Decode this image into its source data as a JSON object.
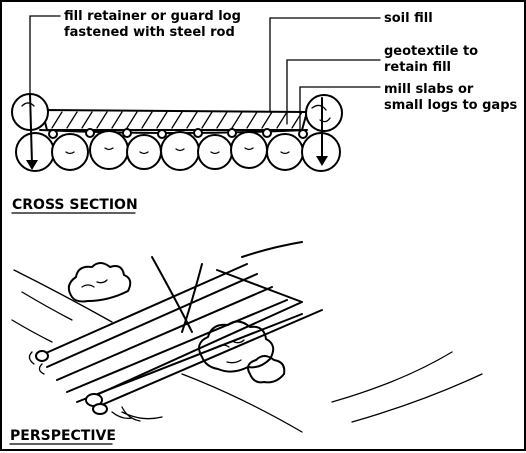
{
  "labels": {
    "fill_retainer_line1": "fill retainer or guard log",
    "fill_retainer_line2": "fastened with steel rod",
    "soil_fill": "soil fill",
    "geotextile_line1": "geotextile to",
    "geotextile_line2": "retain fill",
    "mill_slabs_line1": "mill slabs or",
    "mill_slabs_line2": "small logs to gaps"
  },
  "headings": {
    "cross_section": "CROSS SECTION",
    "perspective": "PERSPECTIVE"
  },
  "colors": {
    "ink": "#000000",
    "paper": "#ffffff"
  }
}
